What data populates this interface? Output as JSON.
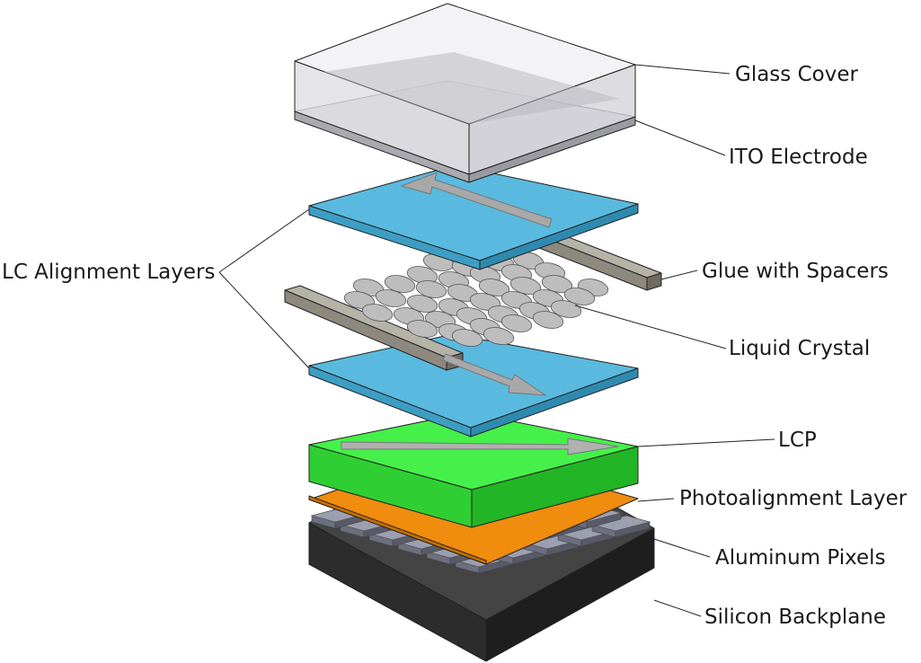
{
  "labels": {
    "glass_cover": "Glass Cover",
    "ito_electrode": "ITO Electrode",
    "lc_alignment_layers": "LC Alignment Layers",
    "glue_with_spacers": "Glue with Spacers",
    "liquid_crystal": "Liquid Crystal",
    "lcp": "LCP",
    "photoalignment_layer": "Photoalignment Layer",
    "aluminum_pixels": "Aluminum Pixels",
    "silicon_backplane": "Silicon Backplane"
  },
  "colors": {
    "glass": "#e9e9ec",
    "ito": "#c9c9cf",
    "alignment": "#5ab9de",
    "glue": "#9a968c",
    "liquid_crystal": "#bdbdbd",
    "lcp": "#46f04a",
    "photoalignment": "#f08c0e",
    "pixels": "#9c9fb0",
    "backplane": "#3a3a3a",
    "arrow": "#a8a8a8"
  }
}
